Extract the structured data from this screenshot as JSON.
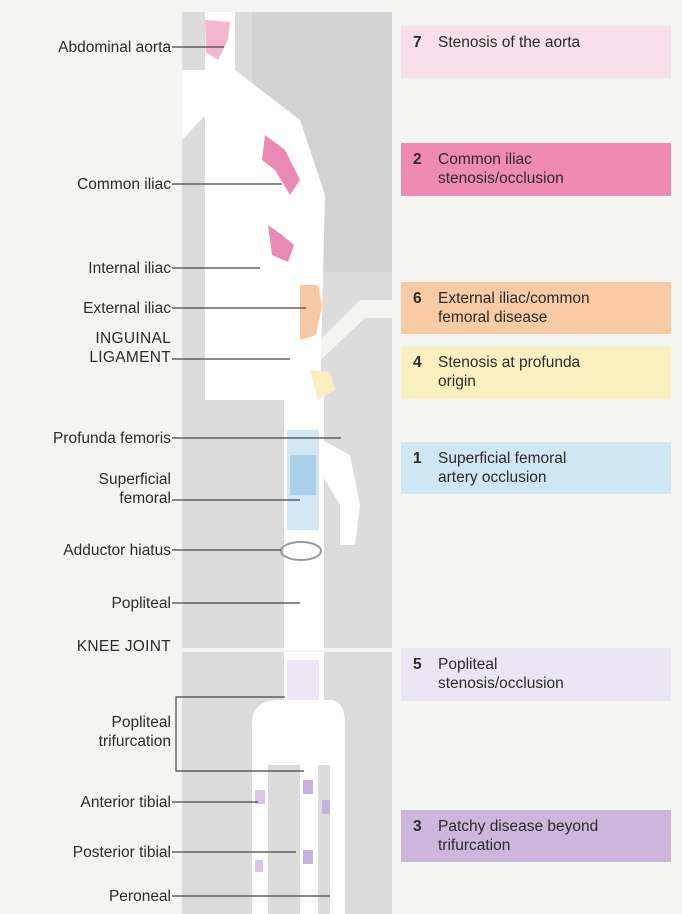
{
  "labels": {
    "abdominal_aorta": "Abdominal aorta",
    "common_iliac": "Common iliac",
    "internal_iliac": "Internal iliac",
    "external_iliac": "External iliac",
    "inguinal_ligament_1": "INGUINAL",
    "inguinal_ligament_2": "LIGAMENT",
    "profunda_femoris": "Profunda femoris",
    "superficial_femoral_1": "Superficial",
    "superficial_femoral_2": "femoral",
    "adductor_hiatus": "Adductor hiatus",
    "popliteal": "Popliteal",
    "knee_joint": "KNEE JOINT",
    "popliteal_trifurcation_1": "Popliteal",
    "popliteal_trifurcation_2": "trifurcation",
    "anterior_tibial": "Anterior tibial",
    "posterior_tibial": "Posterior tibial",
    "peroneal": "Peroneal"
  },
  "callouts": [
    {
      "number": "7",
      "line1": "Stenosis of the aorta",
      "line2": "",
      "color": "#f9dfea"
    },
    {
      "number": "2",
      "line1": "Common iliac",
      "line2": "stenosis/occlusion",
      "color": "#ef8ab5"
    },
    {
      "number": "6",
      "line1": "External iliac/common",
      "line2": "femoral disease",
      "color": "#f8cba4"
    },
    {
      "number": "4",
      "line1": "Stenosis at profunda",
      "line2": "origin",
      "color": "#fbf0c0"
    },
    {
      "number": "1",
      "line1": "Superficial femoral",
      "line2": "artery occlusion",
      "color": "#cfe6f3"
    },
    {
      "number": "5",
      "line1": "Popliteal",
      "line2": "stenosis/occlusion",
      "color": "#ebe6f4"
    },
    {
      "number": "3",
      "line1": "Patchy disease beyond",
      "line2": "trifurcation",
      "color": "#ccb6db"
    }
  ]
}
